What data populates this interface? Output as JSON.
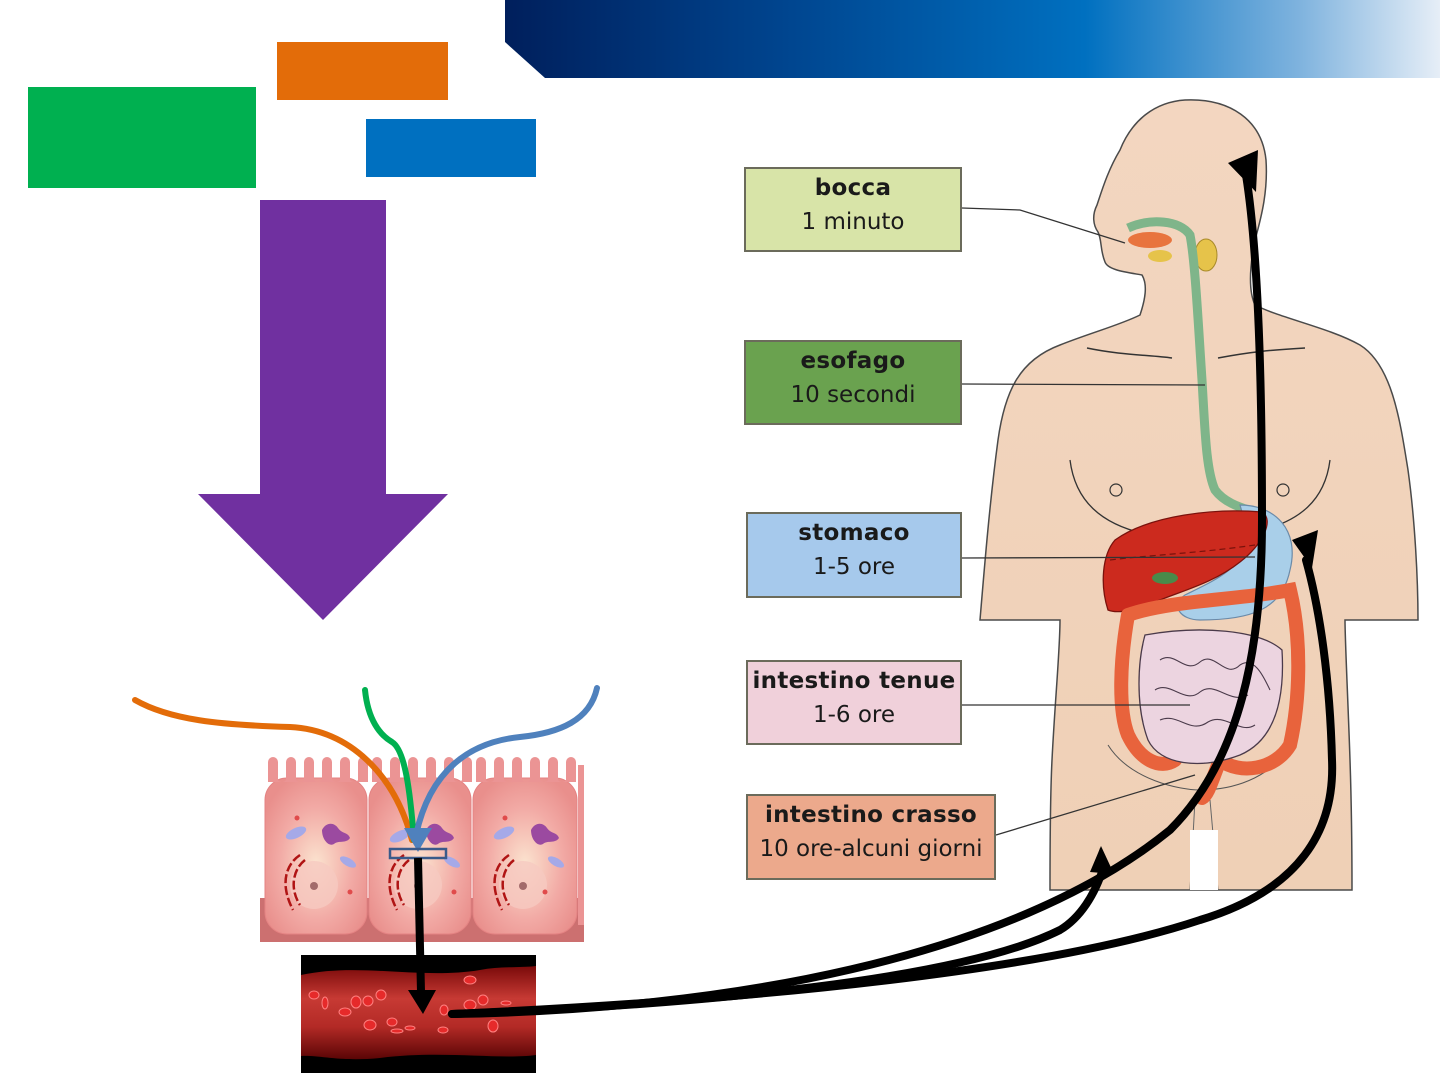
{
  "slide": {
    "banner_colors": [
      "#001f5c",
      "#0070c0",
      "#e6eef7"
    ],
    "color_blocks": [
      {
        "name": "green",
        "color": "#00b050"
      },
      {
        "name": "orange",
        "color": "#e36c09"
      },
      {
        "name": "blue",
        "color": "#0070c0"
      }
    ],
    "big_arrow_color": "#7030a0",
    "nutrient_paths": [
      {
        "name": "orange-path",
        "color": "#e36c09"
      },
      {
        "name": "green-path",
        "color": "#00b050"
      },
      {
        "name": "blue-path",
        "color": "#4f81bd"
      }
    ]
  },
  "digestive_system": {
    "labels": [
      {
        "organ": "bocca",
        "time": "1 minuto"
      },
      {
        "organ": "esofago",
        "time": "10 secondi"
      },
      {
        "organ": "stomaco",
        "time": "1-5 ore"
      },
      {
        "organ": "intestino tenue",
        "time": "1-6 ore"
      },
      {
        "organ": "intestino crasso",
        "time": "10 ore-alcuni giorni"
      }
    ]
  }
}
